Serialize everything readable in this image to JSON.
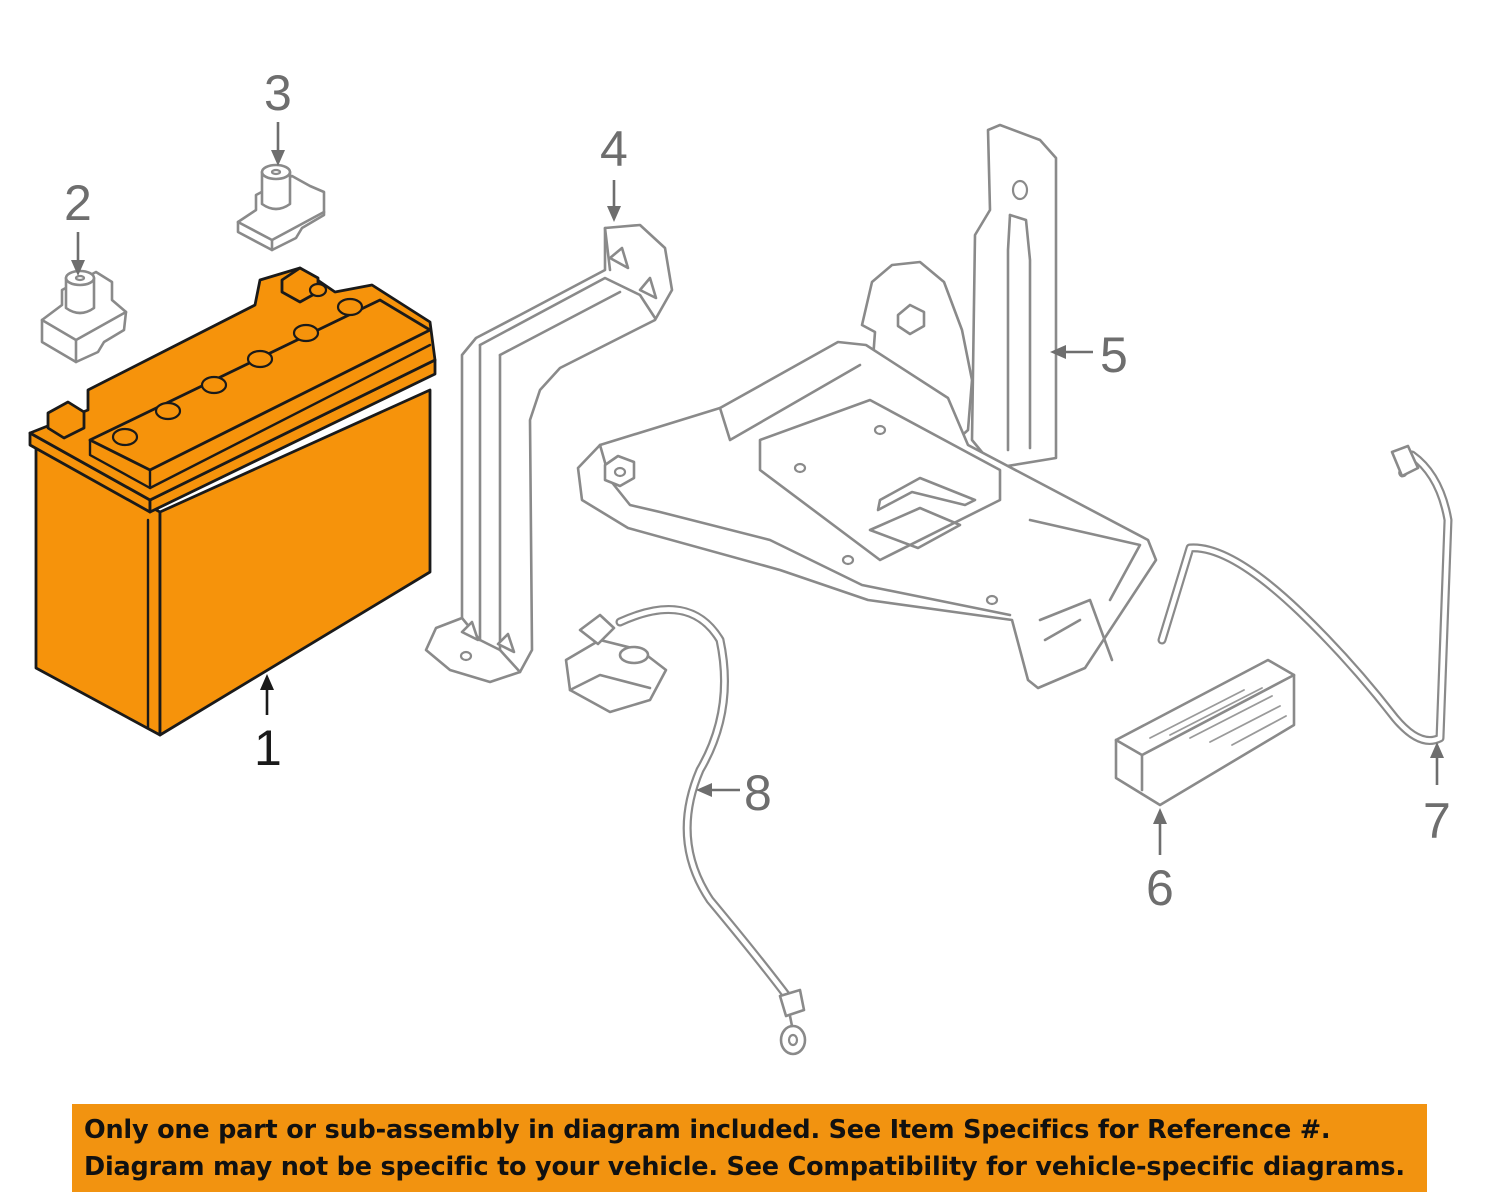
{
  "diagram": {
    "highlight_color": "#f6930b",
    "callouts": [
      "1",
      "2",
      "3",
      "4",
      "5",
      "6",
      "7",
      "8"
    ],
    "highlighted_callout": "1"
  },
  "banner": {
    "background": "#f29310",
    "line1": "Only one part or sub-assembly in diagram included. See Item Specifics for Reference #.",
    "line2": "Diagram may not be specific to your vehicle. See Compatibility for vehicle-specific diagrams."
  }
}
